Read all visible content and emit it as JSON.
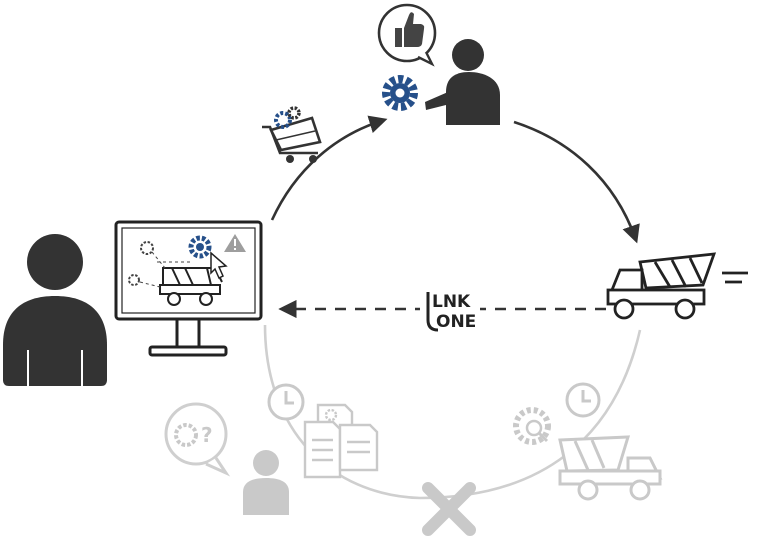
{
  "logo": {
    "line1": "LNK",
    "line2": "ONE",
    "icon": "link-one-logo"
  },
  "question_mark": "?",
  "colors": {
    "dark": "#333333",
    "accent_blue": "#26508a",
    "faded": "#c9c9c9",
    "line": "#333333",
    "warning": "#9e9e9e"
  },
  "icons": {
    "left_person": "person-icon",
    "monitor": "monitor-icon",
    "cart": "shopping-cart-icon",
    "thumbs_up": "thumbs-up-bubble-icon",
    "service_person": "person-with-gear-icon",
    "truck": "dump-truck-icon",
    "clock": "clock-icon",
    "documents": "documents-icon",
    "cross": "cross-icon"
  }
}
